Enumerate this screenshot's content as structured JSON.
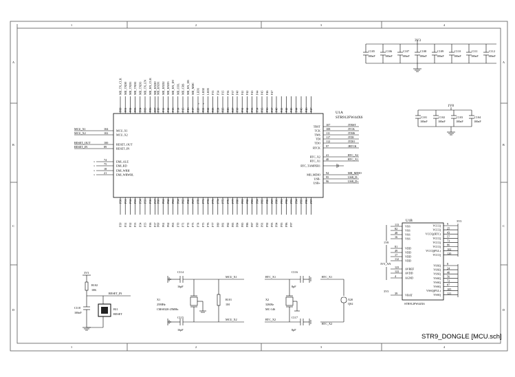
{
  "sheet": {
    "title": "STR9_DONGLE [MCU.sch]",
    "col_labels": [
      "1",
      "2",
      "3",
      "4"
    ],
    "row_labels": [
      "A",
      "B",
      "C",
      "D"
    ]
  },
  "u1a": {
    "ref": "U1A",
    "part": "STR912FW44X6",
    "left_pins": [
      {
        "n": "104",
        "name": "MCU_X1",
        "net": "MCU_X1"
      },
      {
        "n": "102",
        "name": "MCU_X2",
        "net": "MCU_X2"
      },
      {
        "n": "100",
        "name": "RESET_OUT",
        "net": "RESET_OUT"
      },
      {
        "n": "89",
        "name": "RESET_IN",
        "net": "RESET_IN"
      },
      {
        "n": "74",
        "name": "EMI_ALE",
        "net": ""
      },
      {
        "n": "75",
        "name": "EMI_RD",
        "net": ""
      },
      {
        "n": "18",
        "name": "EMI_WRH",
        "net": ""
      },
      {
        "n": "21",
        "name": "EMI_WRWRL",
        "net": ""
      }
    ],
    "right_pins": [
      {
        "n": "107",
        "name": "TRST",
        "net": "JTRST"
      },
      {
        "n": "108",
        "name": "TCK",
        "net": "JTCK"
      },
      {
        "n": "111",
        "name": "TMS",
        "net": "JTMS"
      },
      {
        "n": "117",
        "name": "TDI",
        "net": "JTDI"
      },
      {
        "n": "112",
        "name": "TDO",
        "net": "JTDO"
      },
      {
        "n": "97",
        "name": "RTCK",
        "net": "JRTCK"
      },
      {
        "n": "41",
        "name": "RTC_X2",
        "net": "RTC_X2"
      },
      {
        "n": "40",
        "name": "RTC_X1",
        "net": "RTC_X1"
      },
      {
        "n": "",
        "name": "RTC_TAMPER1",
        "net": ""
      },
      {
        "n": "94",
        "name": "MII_MDIO",
        "net": "MII_MDIO"
      },
      {
        "n": "95",
        "name": "USB-",
        "net": "USB_D-"
      },
      {
        "n": "96",
        "name": "USB+",
        "net": "USB_D+"
      }
    ],
    "top_pins": [
      "P00",
      "P01",
      "P02",
      "P03",
      "P04",
      "P05",
      "P06",
      "P07",
      "P10",
      "P11",
      "P12",
      "P13",
      "P14",
      "P15",
      "P16",
      "P17",
      "P20",
      "P21",
      "P22",
      "P23",
      "P24",
      "P25",
      "P26",
      "P27",
      "P30",
      "P31",
      "P32",
      "P33",
      "P34",
      "P35",
      "P36",
      "P37",
      "P40",
      "P41",
      "P42",
      "P43",
      "P44",
      "P45",
      "P46",
      "P47"
    ],
    "bottom_pins": [
      "P50",
      "P51",
      "P52",
      "P53",
      "P54",
      "P55",
      "P56",
      "P57",
      "P60",
      "P61",
      "P62",
      "P63",
      "P64",
      "P65",
      "P66",
      "P67",
      "P70",
      "P71",
      "P72",
      "P73",
      "P74",
      "P75",
      "P76",
      "P77",
      "P80",
      "P81",
      "P82",
      "P83",
      "P84",
      "P85",
      "P86",
      "P87",
      "P90",
      "P91",
      "P92",
      "P93",
      "P94",
      "P95",
      "P96",
      "P97"
    ],
    "top_nets": [
      "MII_TX_CLK",
      "MII_TXD0",
      "MII_TXD1",
      "MII_TXD2",
      "MII_TXD3",
      "MII_TX_EN",
      "MII_RX_CLK",
      "MII_RXD0",
      "MII_RXD1",
      "MII_RXD2",
      "MII_RXD3",
      "MII_RX_DV",
      "MII_COL",
      "MII_CRS",
      "MII_RX_ER",
      "MII_MDC",
      "LED1",
      "LED2",
      "LED3",
      "P33",
      "P34",
      "P35",
      "P36",
      "P37",
      "P40",
      "P41",
      "P42",
      "P43",
      "P44",
      "P45",
      "P46",
      "P47"
    ],
    "bottom_nets": [
      "P50",
      "P51",
      "P52",
      "P53",
      "P54",
      "P55",
      "P56",
      "P57",
      "P60",
      "P61",
      "P62",
      "P63",
      "P70",
      "P71",
      "P72",
      "P73",
      "P74",
      "P75",
      "P76",
      "P77",
      "P80",
      "P81",
      "P82",
      "P83",
      "P84",
      "P85",
      "P86",
      "P87",
      "P90",
      "P91",
      "P92",
      "P93",
      "P94",
      "P95",
      "P96",
      "P97"
    ]
  },
  "u1b": {
    "ref": "U1B",
    "part": "STR912FW44X6",
    "vss_pins": [
      "113",
      "82",
      "48",
      "16"
    ],
    "vdd_pins": [
      "81",
      "49",
      "17",
      "112"
    ],
    "vccq_pins": [
      "9",
      "25",
      "43",
      "57",
      "73",
      "86",
      "102",
      "120"
    ],
    "vssq_pins": [
      "8",
      "24",
      "40",
      "56",
      "72",
      "87",
      "105",
      "121"
    ],
    "misc_left": [
      {
        "n": "123",
        "name": "AVREF"
      },
      {
        "n": "122",
        "name": "AVDD"
      },
      {
        "n": "4",
        "name": "AGND"
      },
      {
        "n": "39",
        "name": "VBAT"
      }
    ],
    "left_names": [
      "VSS",
      "VSS",
      "VSS",
      "VSS",
      "VDD",
      "VDD",
      "VDD",
      "VDD"
    ],
    "right_names": [
      "VCCQ",
      "VCCQ",
      "VCCQ(RTC)",
      "VCCQ",
      "VCCQ",
      "VCCQ",
      "VCCQ(PLL)",
      "VCCQ",
      "VSSQ",
      "VSSQ",
      "VSSQ",
      "VSSQ",
      "VSSQ",
      "VSSQ",
      "VSSQ(PLL)",
      "VSSQ"
    ],
    "rails": {
      "r33": "3V3",
      "r18": "1V8",
      "r33an": "3V3_AN"
    }
  },
  "decoupling_3v3": {
    "rail": "3V3",
    "caps": [
      {
        "ref": "C105",
        "val": "100nF"
      },
      {
        "ref": "C106",
        "val": "100nF"
      },
      {
        "ref": "C107",
        "val": "100nF"
      },
      {
        "ref": "C108",
        "val": "100nF"
      },
      {
        "ref": "C109",
        "val": "100nF"
      },
      {
        "ref": "C110",
        "val": "100nF"
      },
      {
        "ref": "C111",
        "val": "100nF"
      },
      {
        "ref": "C112",
        "val": "100nF"
      }
    ]
  },
  "decoupling_1v8": {
    "rail": "1V8",
    "caps": [
      {
        "ref": "C101",
        "val": "100nF"
      },
      {
        "ref": "C102",
        "val": "100nF"
      },
      {
        "ref": "C103",
        "val": "100nF"
      },
      {
        "ref": "C104",
        "val": "100nF"
      }
    ]
  },
  "reset_circuit": {
    "rail": "3V3",
    "r_ref": "R102",
    "r_val": "10K",
    "c_ref": "C118",
    "c_val": "100nF",
    "btn_ref": "B11",
    "btn_val": "RESET",
    "net": "RESET_IN"
  },
  "main_osc": {
    "x_ref": "X1",
    "x_val1": "25MHz",
    "x_val2": "CMS0320-25MHz",
    "c1_ref": "C114",
    "c1_val": "16pF",
    "c2_ref": "C115",
    "c2_val": "16pF",
    "r_ref": "R101",
    "r_val": "1M",
    "net1": "MCU_X1",
    "net2": "MCU_X2"
  },
  "rtc_osc": {
    "x_ref": "X2",
    "x_val1": "32KHz",
    "x_val2": "MC-146",
    "c1_ref": "C116",
    "c1_val": "8pF",
    "c2_ref": "C117",
    "c2_val": "8pF",
    "net1": "RTC_X1",
    "net2": "RTC_X2"
  },
  "rtc_alt": {
    "x_ref": "X20",
    "x_val": "QS2",
    "net1": "RTC_X1",
    "net2": "RTC_X2"
  }
}
